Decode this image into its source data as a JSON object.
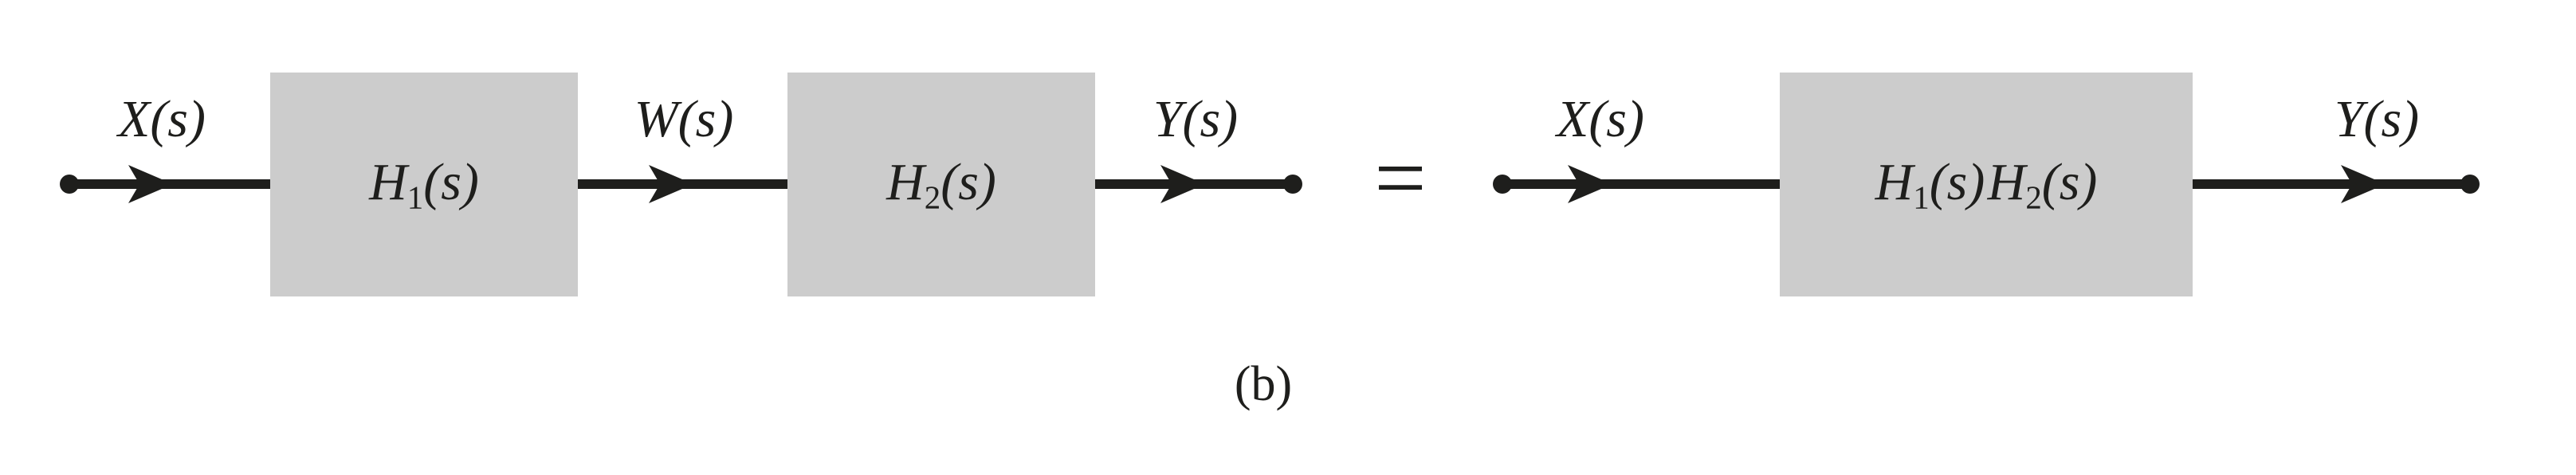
{
  "figure": {
    "caption": "(b)",
    "equals_sign": "=",
    "left": {
      "input_label": "X(s)",
      "intermediate_label": "W(s)",
      "output_label": "Y(s)",
      "blocks": [
        {
          "base": "H",
          "sub": "1",
          "arg": "(s)"
        },
        {
          "base": "H",
          "sub": "2",
          "arg": "(s)"
        }
      ]
    },
    "right": {
      "input_label": "X(s)",
      "output_label": "Y(s)",
      "block_parts": [
        {
          "base": "H",
          "sub": "1",
          "arg": "(s)"
        },
        {
          "base": "H",
          "sub": "2",
          "arg": "(s)"
        }
      ]
    },
    "colors": {
      "background": "#ffffff",
      "block_fill": "#cccccc",
      "ink": "#1e1e1c"
    }
  }
}
